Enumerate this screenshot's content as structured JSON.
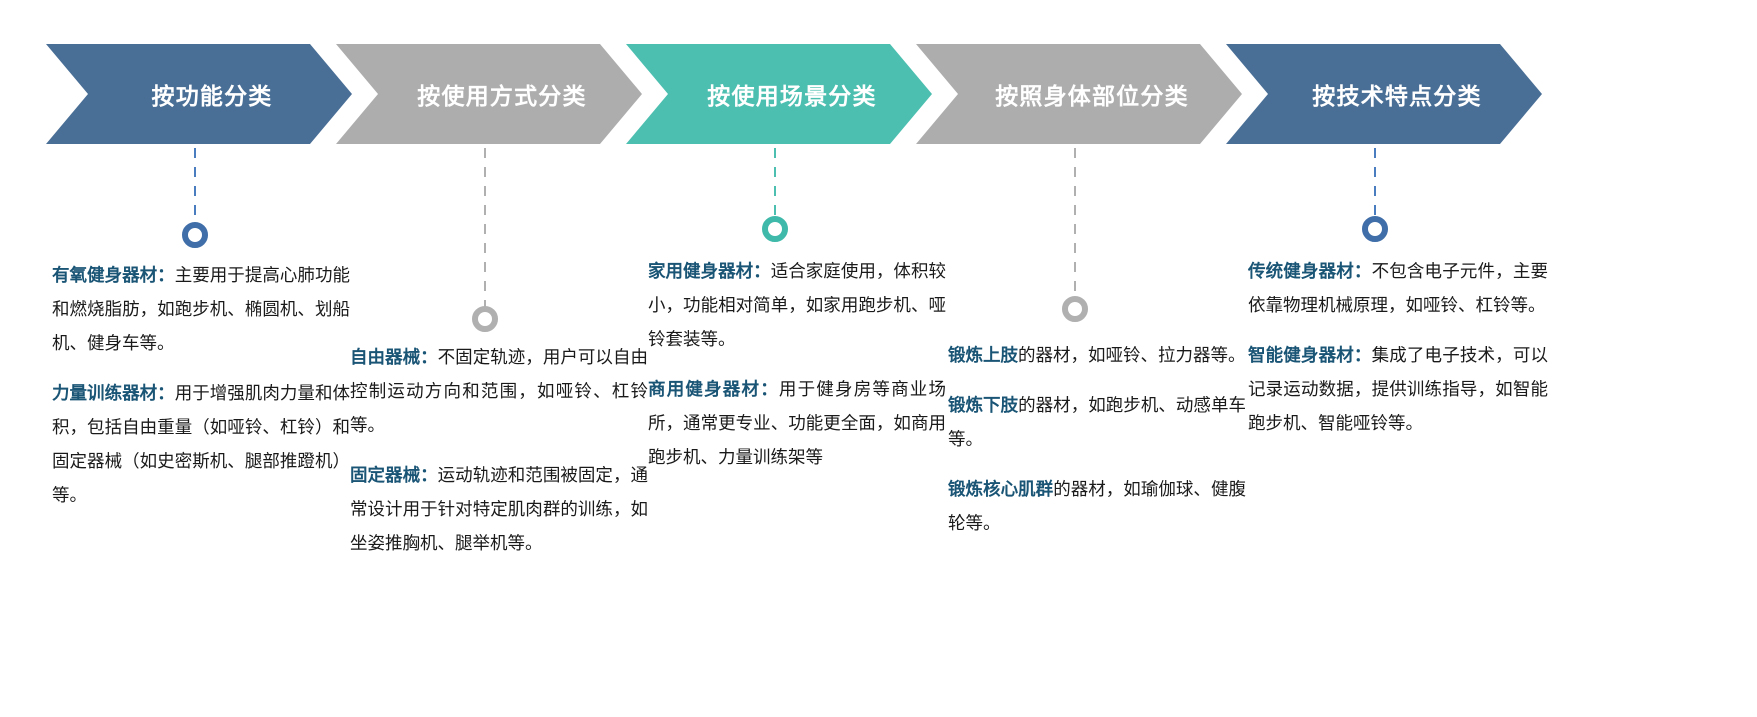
{
  "banners": [
    {
      "label": "按功能分类",
      "color": "#4a6f96",
      "text_color": "#ffffff"
    },
    {
      "label": "按使用方式分类",
      "color": "#adadad",
      "text_color": "#ffffff"
    },
    {
      "label": "按使用场景分类",
      "color": "#4cbfb0",
      "text_color": "#ffffff"
    },
    {
      "label": "按照身体部位分类",
      "color": "#adadad",
      "text_color": "#ffffff"
    },
    {
      "label": "按技术特点分类",
      "color": "#4a6f96",
      "text_color": "#ffffff"
    }
  ],
  "connectors": [
    {
      "color": "#4a7cc0",
      "marker_color": "#3f6ea8"
    },
    {
      "color": "#b0b0b0",
      "marker_color": "#b0b0b0"
    },
    {
      "color": "#4cbfb0",
      "marker_color": "#3fb9a9"
    },
    {
      "color": "#b0b0b0",
      "marker_color": "#b0b0b0"
    },
    {
      "color": "#4a7cc0",
      "marker_color": "#3f6ea8"
    }
  ],
  "columns": [
    {
      "id": "by-function",
      "heading_color": "#1a5576",
      "paragraphs": [
        {
          "title": "有氧健身器材：",
          "body": "主要用于提高心肺功能和燃烧脂肪，如跑步机、椭圆机、划船机、健身车等。"
        },
        {
          "title": "力量训练器材：",
          "body": "用于增强肌肉力量和体积，包括自由重量（如哑铃、杠铃）和固定器械（如史密斯机、腿部推蹬机）等。"
        }
      ]
    },
    {
      "id": "by-usage-mode",
      "heading_color": "#1a5576",
      "paragraphs": [
        {
          "title": "自由器械：",
          "body": "不固定轨迹，用户可以自由控制运动方向和范围，如哑铃、杠铃等。"
        },
        {
          "title": "固定器械：",
          "body": "运动轨迹和范围被固定，通常设计用于针对特定肌肉群的训练，如坐姿推胸机、腿举机等。"
        }
      ]
    },
    {
      "id": "by-usage-scene",
      "heading_color": "#1a5576",
      "paragraphs": [
        {
          "title": "家用健身器材：",
          "body": "适合家庭使用，体积较小，功能相对简单，如家用跑步机、哑铃套装等。"
        },
        {
          "title": "商用健身器材：",
          "body": "用于健身房等商业场所，通常更专业、功能更全面，如商用跑步机、力量训练架等"
        }
      ]
    },
    {
      "id": "by-body-part",
      "heading_color": "#1a5576",
      "paragraphs": [
        {
          "title": "锻炼上肢",
          "body": "的器材，如哑铃、拉力器等。"
        },
        {
          "title": "锻炼下肢",
          "body": "的器材，如跑步机、动感单车等。"
        },
        {
          "title": "锻炼核心肌群",
          "body": "的器材，如瑜伽球、健腹轮等。"
        }
      ]
    },
    {
      "id": "by-technology",
      "heading_color": "#1a5576",
      "paragraphs": [
        {
          "title": "传统健身器材：",
          "body": "不包含电子元件，主要依靠物理机械原理，如哑铃、杠铃等。"
        },
        {
          "title": "智能健身器材：",
          "body": "集成了电子技术，可以记录运动数据，提供训练指导，如智能跑步机、智能哑铃等。"
        }
      ]
    }
  ]
}
